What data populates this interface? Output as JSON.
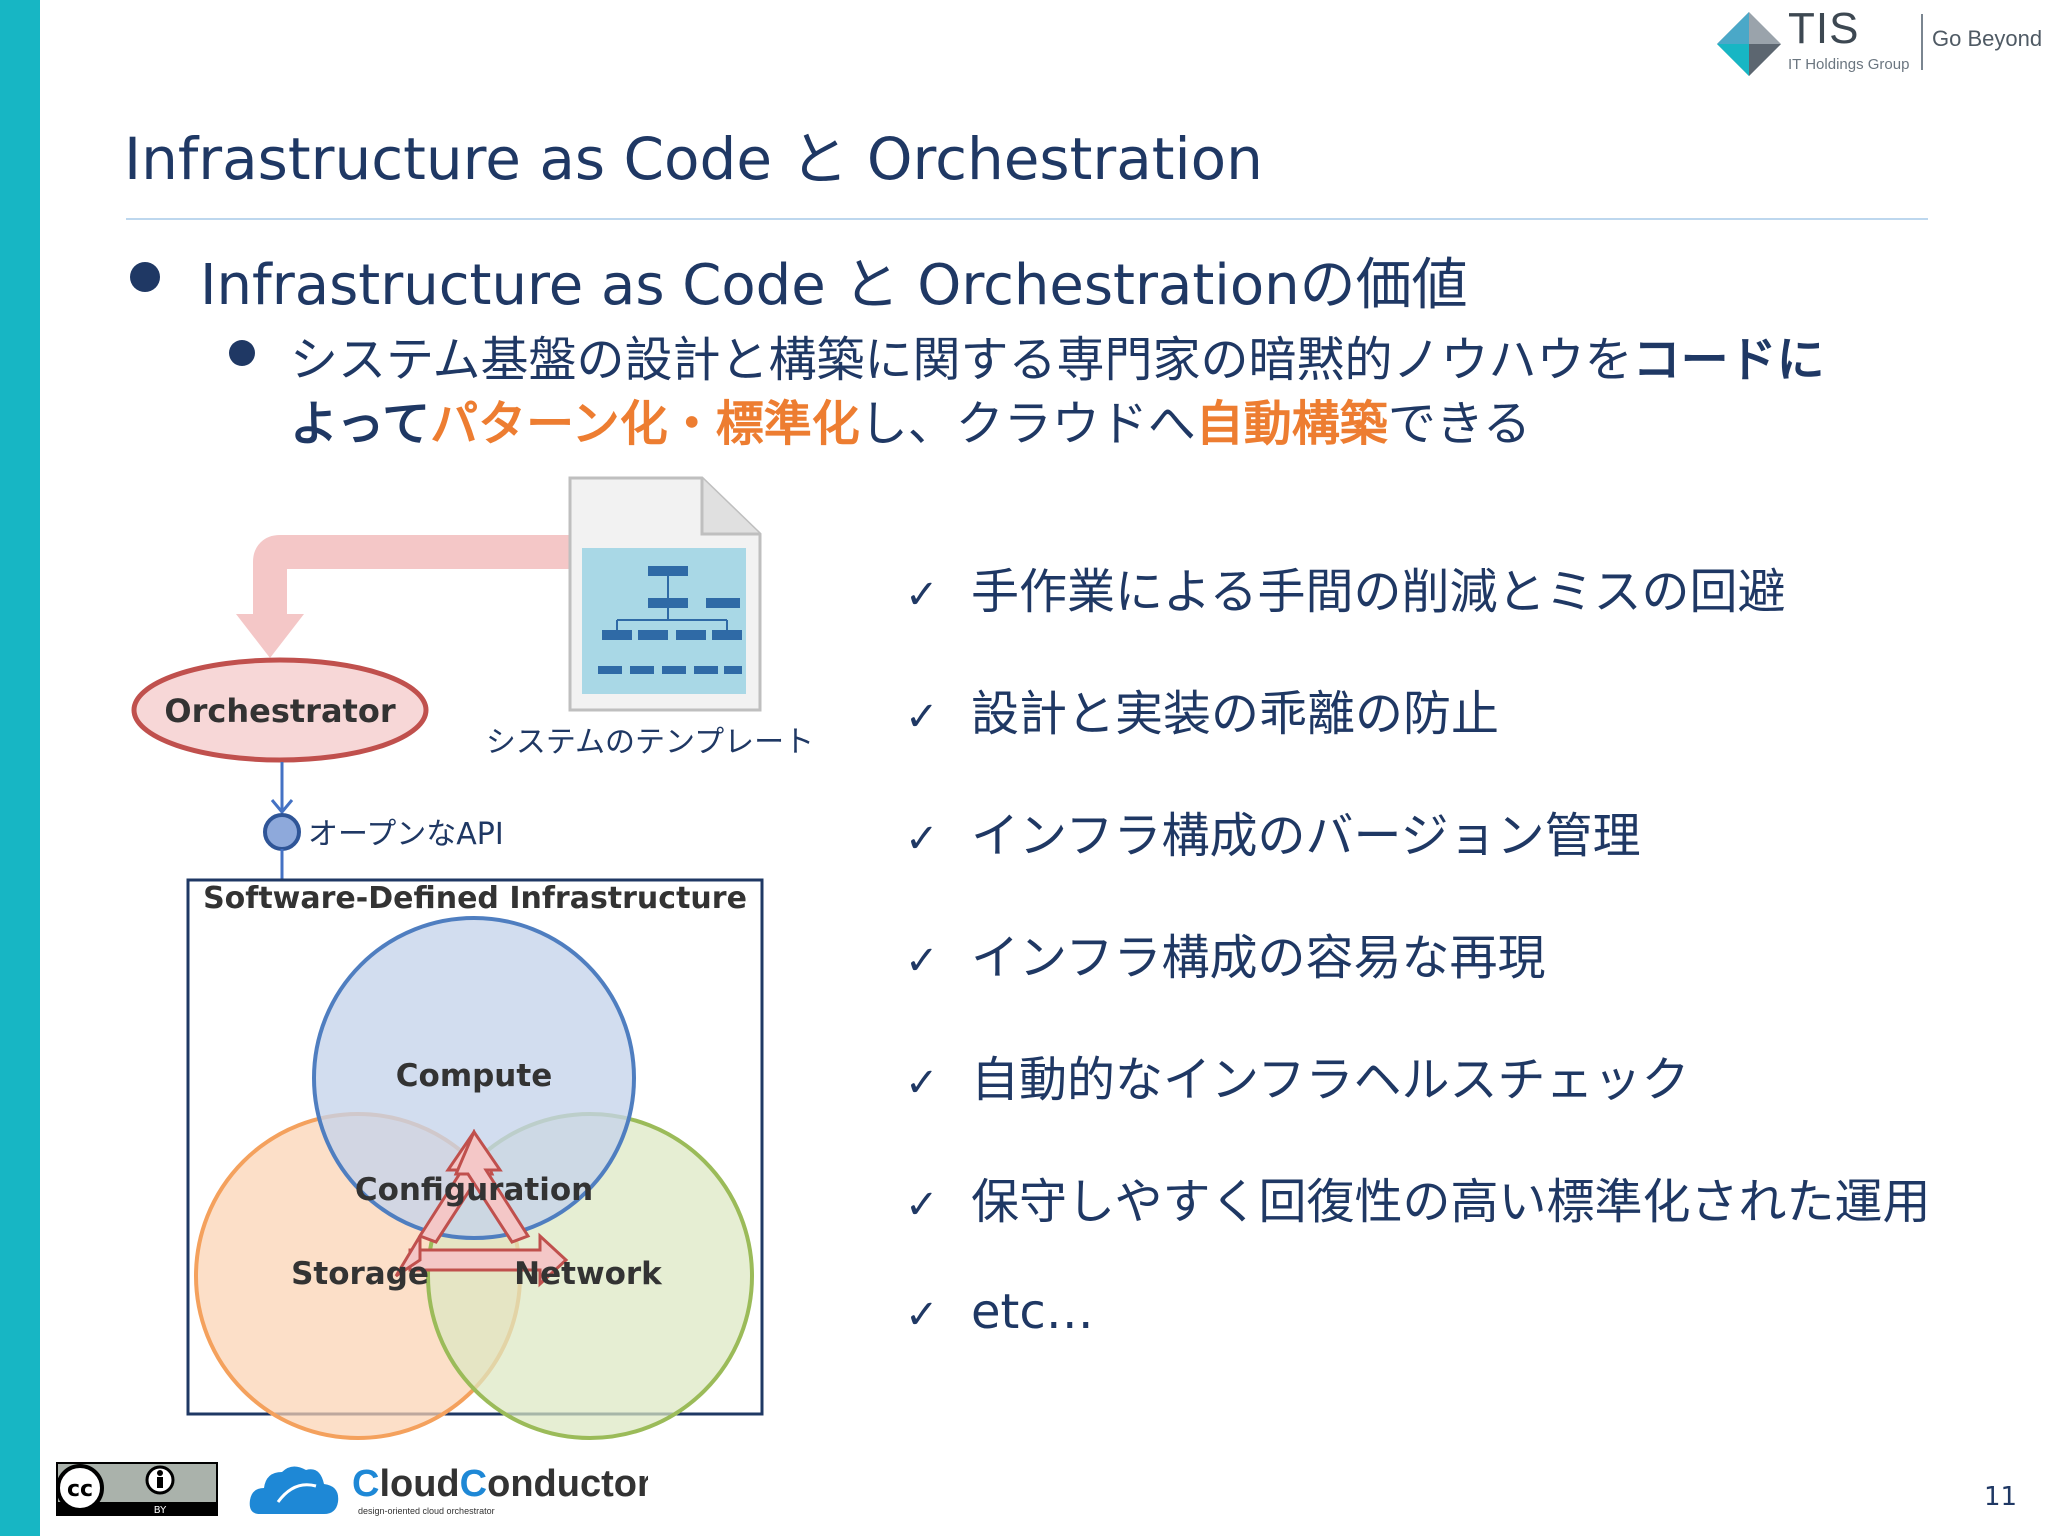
{
  "slide": {
    "title": "Infrastructure as Code と Orchestration",
    "bullet1": "Infrastructure as Code と Orchestrationの価値",
    "bullet2": {
      "line1_plain": "システム基盤の設計と構築に関する専門家の暗黙的ノウハウを",
      "line1_bold": "コードに",
      "line2_bold": "よって",
      "line2_orange1": "パターン化・標準化",
      "line2_plain1": "し、クラウドへ",
      "line2_orange2": "自動構築",
      "line2_plain2": "できる"
    },
    "checklist": [
      "手作業による手間の削減とミスの回避",
      "設計と実装の乖離の防止",
      "インフラ構成のバージョン管理",
      "インフラ構成の容易な再現",
      "自動的なインフラヘルスチェック",
      "保守しやすく回復性の高い標準化された運用",
      "etc…"
    ],
    "check_symbol": "✓",
    "page_number": "11"
  },
  "logo": {
    "name": "TIS",
    "subtitle": "IT Holdings Group",
    "tagline": "Go Beyond"
  },
  "diagram": {
    "orchestrator": "Orchestrator",
    "template_label": "システムのテンプレート",
    "api_label": "オープンなAPI",
    "sdi_title": "Software-Defined Infrastructure",
    "compute": "Compute",
    "storage": "Storage",
    "network": "Network",
    "configuration": "Configuration"
  },
  "footer": {
    "cc_label": "BY",
    "brand_c1": "C",
    "brand_loud": "loud",
    "brand_c2": "C",
    "brand_onductor": "onductor",
    "brand_sub": "design-oriented cloud orchestrator"
  },
  "colors": {
    "navy": "#1f3864",
    "orange": "#ed7d31",
    "teal": "#17b6c4",
    "compute": "#c5d3ea",
    "storage": "#fbd3b3",
    "network": "#dce8c2",
    "arrow_pink": "#f4c7c7"
  }
}
